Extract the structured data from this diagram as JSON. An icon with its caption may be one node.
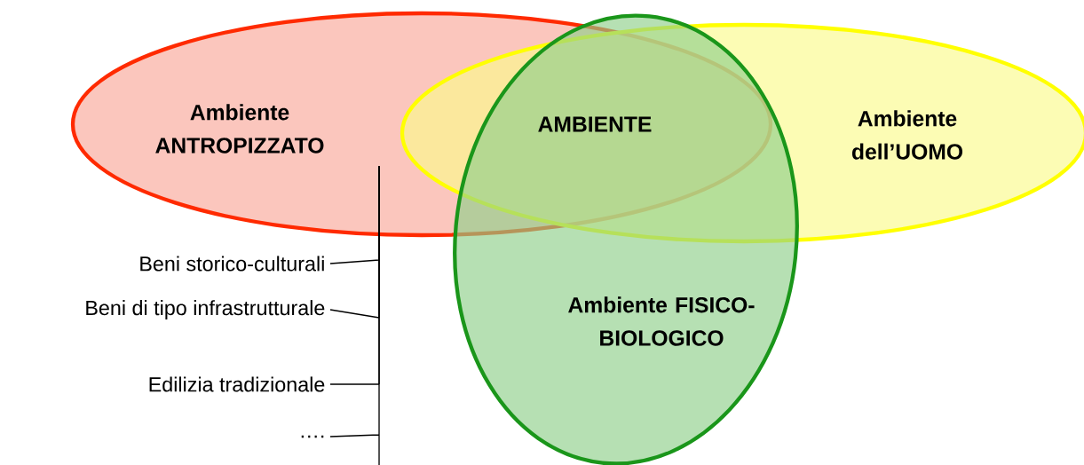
{
  "diagram": {
    "nodes": [
      {
        "text": [
          "Ambiente ANTROPIZZATO"
        ]
      },
      {
        "text": [
          "Ambiente dell’UOMO"
        ]
      },
      {
        "text": [
          "Ambiente FISICO-BIOLOGICO"
        ]
      },
      {
        "text": [
          "Beni storico-culturali"
        ]
      },
      {
        "text": [
          "Beni di tipo infrastrutturale"
        ]
      },
      {
        "text": [
          "Edilizia tradizionale"
        ]
      },
      {
        "text": [
          "…."
        ]
      }
    ],
    "edges": [
      {
        "from": 0,
        "to": 3,
        "arrow": "none"
      },
      {
        "from": 0,
        "to": 4,
        "arrow": "none"
      },
      {
        "from": 0,
        "to": 5,
        "arrow": "none"
      },
      {
        "from": 0,
        "to": 6,
        "arrow": "none"
      }
    ],
    "labels": [
      "AMBIENTE"
    ]
  }
}
